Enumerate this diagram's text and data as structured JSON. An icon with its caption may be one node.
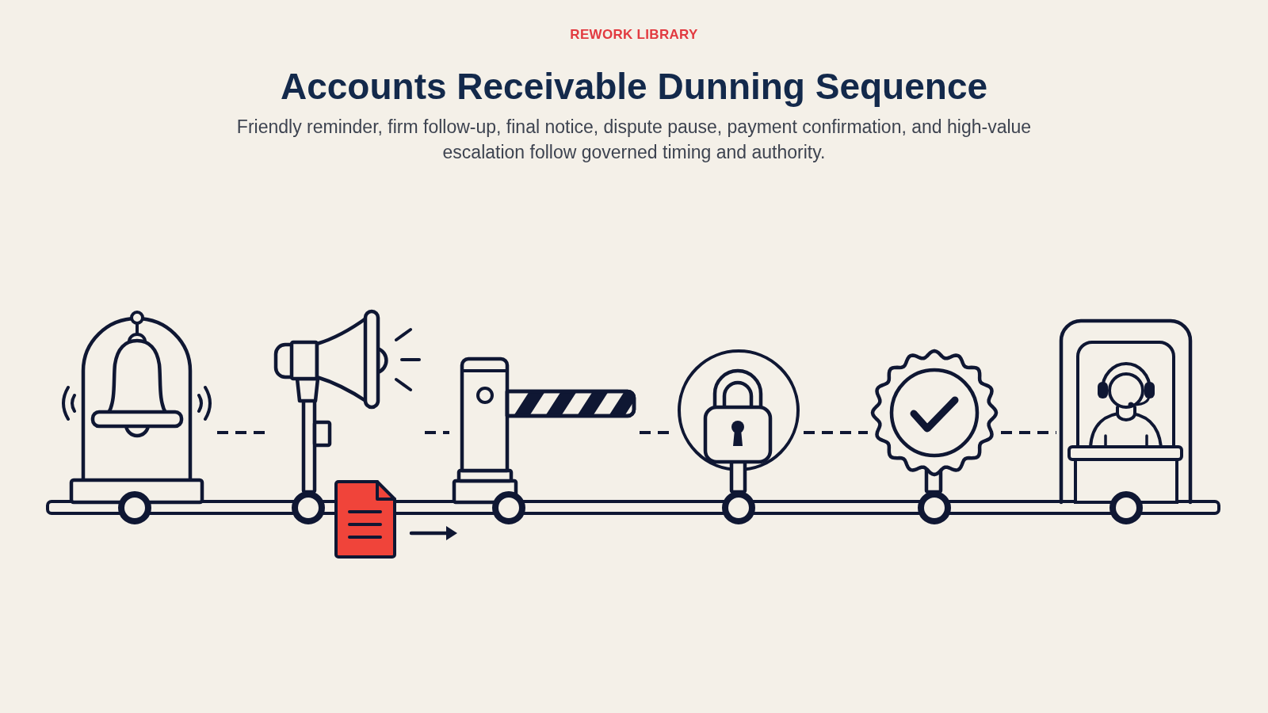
{
  "diagram": {
    "title": "Accounts Receivable Dunning Sequence",
    "labels": [
      "REWORK LIBRARY",
      "Friendly reminder, firm follow-up, final notice, dispute pause, payment confirmation, and high-value escalation follow governed timing and authority."
    ],
    "nodes": [
      {
        "text": [],
        "shape": "picture"
      },
      {
        "text": [],
        "shape": "picture"
      },
      {
        "text": [],
        "shape": "picture"
      },
      {
        "text": [],
        "shape": "picture"
      },
      {
        "text": [],
        "shape": "picture"
      },
      {
        "text": [],
        "shape": "picture"
      },
      {
        "text": [],
        "shape": "bar"
      }
    ],
    "edges": [
      {
        "from": 0,
        "to": 1,
        "arrow": "none",
        "style": "dashed"
      },
      {
        "from": 1,
        "to": 2,
        "arrow": "none",
        "style": "dashed"
      },
      {
        "from": 2,
        "to": 3,
        "arrow": "none",
        "style": "dashed"
      },
      {
        "from": 3,
        "to": 4,
        "arrow": "none",
        "style": "dashed"
      },
      {
        "from": 4,
        "to": 5,
        "arrow": "none",
        "style": "dashed"
      }
    ]
  }
}
